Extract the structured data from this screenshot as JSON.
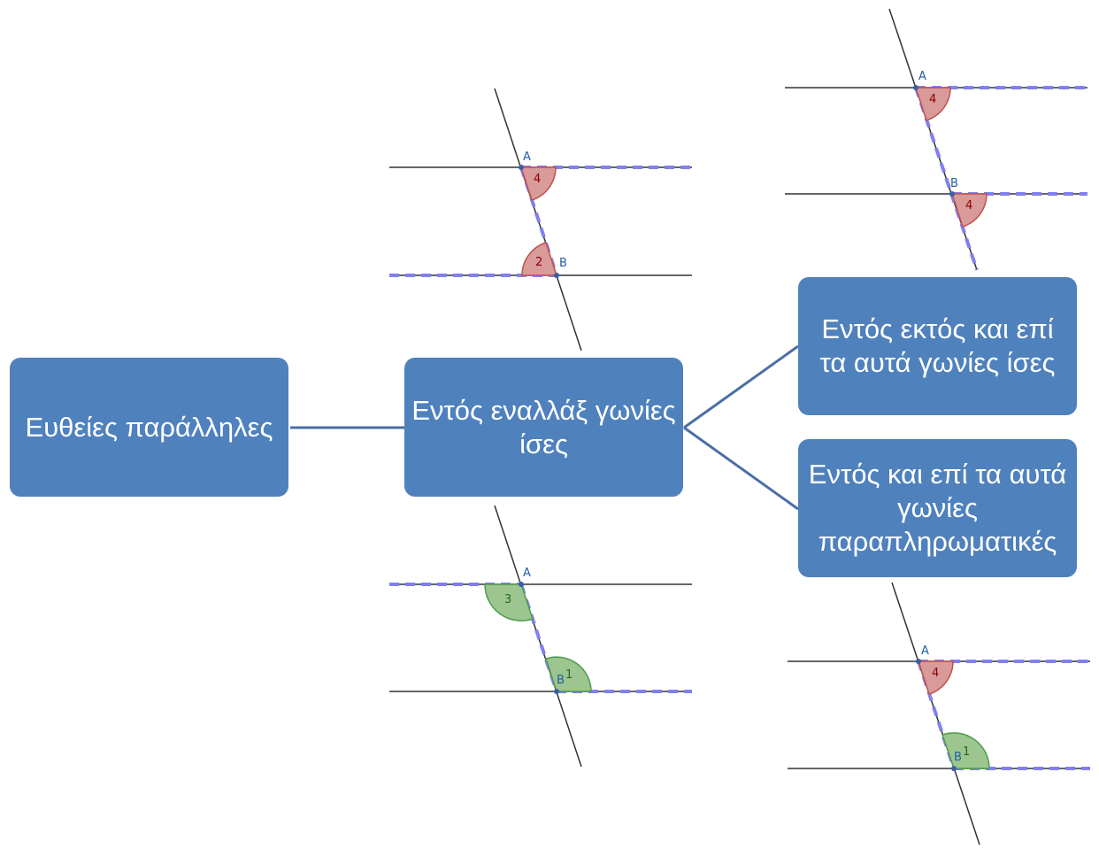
{
  "nodes": {
    "root": "Ευθείες παράλληλες",
    "alternate": "Εντός εναλλάξ γωνίες ίσες",
    "corresponding": "Εντός εκτός και επί τα αυτά γωνίες ίσες",
    "co_interior": "Εντός και επί τα αυτά γωνίες παραπληρωματικές"
  },
  "figures": {
    "fig_alt_top": {
      "point_a": "A",
      "point_b": "B",
      "angle_a": "4",
      "angle_b": "2"
    },
    "fig_alt_bottom": {
      "point_a": "A",
      "point_b": "B",
      "angle_a": "3",
      "angle_b": "1"
    },
    "fig_corr": {
      "point_a": "A",
      "point_b": "B",
      "angle_a": "4",
      "angle_b": "4"
    },
    "fig_coint": {
      "point_a": "A",
      "point_b": "B",
      "angle_a": "4",
      "angle_b": "1"
    }
  },
  "colors": {
    "node_fill": "#4f81bd",
    "connector": "#4a6fa5",
    "dash_highlight": "#8080f0",
    "angle_red_fill": "#d99a9a",
    "angle_red_stroke": "#c0504d",
    "angle_red_text": "#8b0000",
    "angle_green_fill": "#9cc58f",
    "angle_green_stroke": "#4e9a4e",
    "angle_green_text": "#1f6b1f",
    "point_label": "#1f5fa0"
  }
}
